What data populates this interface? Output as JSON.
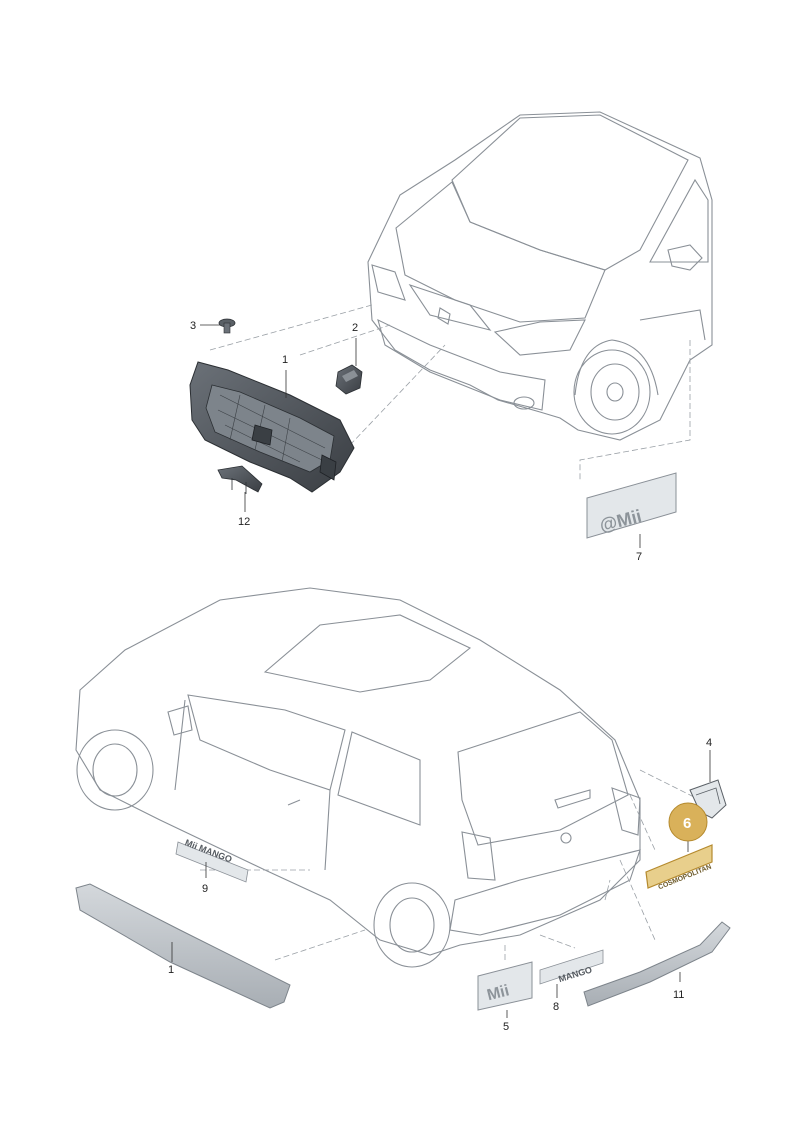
{
  "callouts": {
    "c1": "1",
    "c2": "2",
    "c3": "3",
    "c4": "4",
    "c5": "5",
    "c6": "6",
    "c7": "7",
    "c8": "8",
    "c9": "9",
    "c10": "1",
    "c11": "11",
    "c12": "12"
  },
  "badges": {
    "emii_badge": "@Mii",
    "mii_badge": "Mii",
    "mango_badge": "MANGO",
    "side_mii_mango": "Mii MANGO",
    "cosmopolitan_badge": "COSMOPOLITAN"
  },
  "colors": {
    "highlight": "#d9b15a",
    "highlight_stroke": "#b58a2e",
    "body_fill": "#e6eaee",
    "glass_fill": "#c9d0d6",
    "part_fill": "#c2c7cc",
    "dark_part": "#4a4f55"
  }
}
